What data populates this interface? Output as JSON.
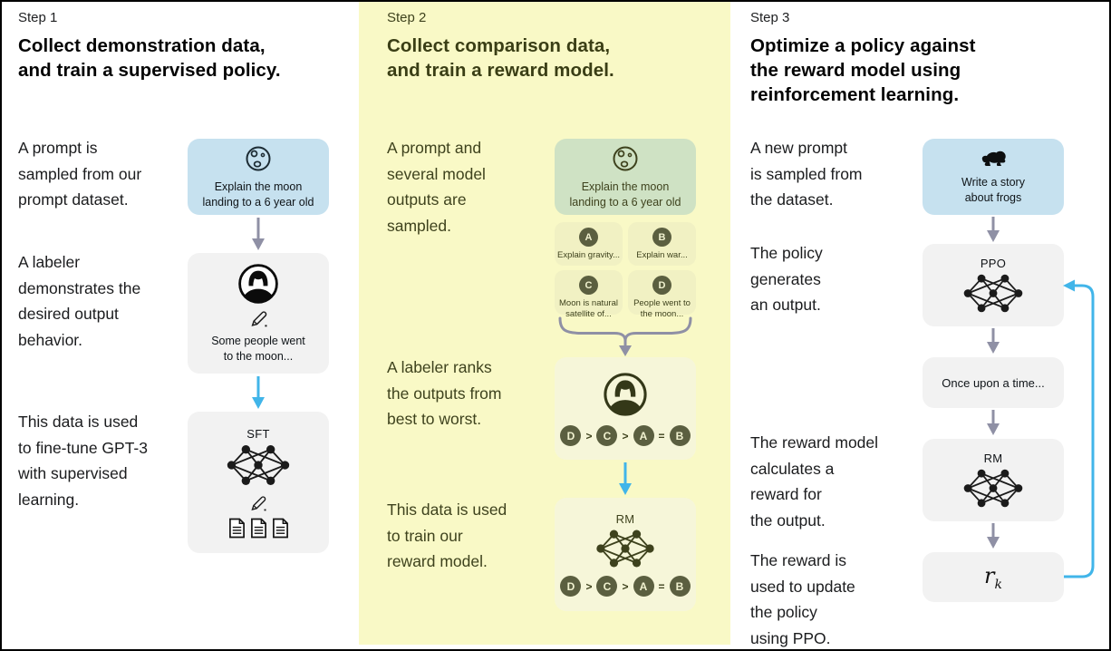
{
  "palette": {
    "panel_yellow": "#f9f9c6",
    "prompt_blue": "#c6e1ef",
    "prompt_green": "#cfe2c4",
    "box_gray": "#f2f2f2",
    "box_pale_yellow": "#f6f6d9",
    "answer_yellow": "#f1f1c3",
    "badge_olive": "#5b5f40",
    "olive_text": "#3e421d",
    "arrow_gray": "#8f90a5",
    "arrow_blue": "#41b5e9",
    "ink": "#0f1418"
  },
  "step1": {
    "label": "Step 1",
    "title": "Collect demonstration data,\nand train a supervised policy.",
    "caption_prompt": "A prompt is\nsampled from our\nprompt dataset.",
    "caption_labeler": "A labeler\ndemonstrates the\ndesired output\nbehavior.",
    "caption_data": "This data is used\nto fine-tune GPT-3\nwith supervised\nlearning.",
    "prompt_box": {
      "icon": "moon-icon",
      "text": "Explain the moon\nlanding to a 6 year old"
    },
    "labeler_box": {
      "icon": "labeler-icon",
      "pencil": "pencil-icon",
      "text": "Some people went\nto the moon..."
    },
    "sft_box": {
      "title": "SFT",
      "icons": [
        "network-icon",
        "pencil-icon",
        "documents-icon"
      ]
    }
  },
  "step2": {
    "label": "Step 2",
    "title": "Collect comparison data,\nand train a reward model.",
    "caption_prompt": "A prompt and\nseveral model\noutputs are\nsampled.",
    "caption_rank": "A labeler ranks\nthe outputs from\nbest to worst.",
    "caption_data": "This data is used\nto train our\nreward model.",
    "prompt_box": {
      "icon": "moon-icon",
      "text": "Explain the moon\nlanding to a 6 year old"
    },
    "answers": [
      {
        "label": "A",
        "text": "Explain gravity..."
      },
      {
        "label": "B",
        "text": "Explain war..."
      },
      {
        "label": "C",
        "text": "Moon is natural\nsatellite of..."
      },
      {
        "label": "D",
        "text": "People went to\nthe moon..."
      }
    ],
    "labeler_box": {
      "icon": "labeler-icon"
    },
    "ranking": [
      "D",
      ">",
      "C",
      ">",
      "A",
      "=",
      "B"
    ],
    "rm_box": {
      "title": "RM",
      "icon": "network-icon"
    }
  },
  "step3": {
    "label": "Step 3",
    "title": "Optimize a policy against\nthe reward model using\nreinforcement learning.",
    "caption_prompt": "A new prompt\nis sampled from\nthe dataset.",
    "caption_policy": "The policy\ngenerates\nan output.",
    "caption_reward": "The reward model\ncalculates a\nreward for\nthe output.",
    "caption_update": "The reward is\nused to update\nthe policy\nusing PPO.",
    "prompt_box": {
      "icon": "frog-icon",
      "text": "Write a story\nabout frogs"
    },
    "ppo_box": {
      "title": "PPO",
      "icon": "network-icon"
    },
    "output_box": {
      "text": "Once upon a time..."
    },
    "rm_box": {
      "title": "RM",
      "icon": "network-icon"
    },
    "reward_box": {
      "var": "r",
      "sub": "k"
    }
  }
}
